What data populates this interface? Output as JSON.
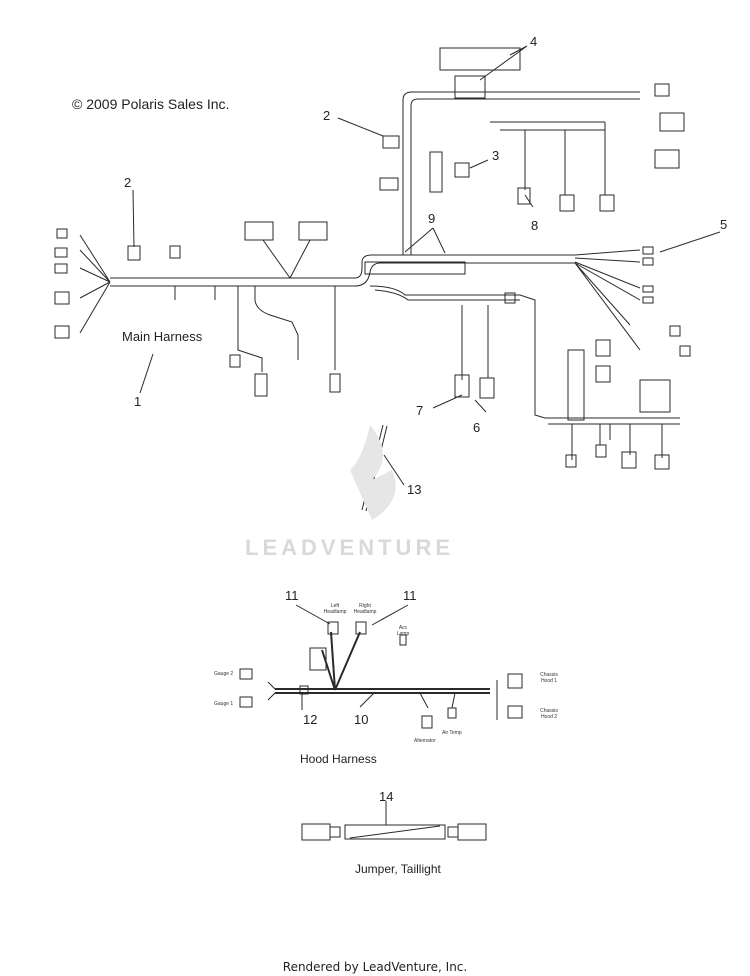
{
  "copyright": "© 2009 Polaris Sales Inc.",
  "watermark": "LEADVENTURE",
  "footer": "Rendered by LeadVenture, Inc.",
  "sections": {
    "main": "Main Harness",
    "hood": "Hood Harness",
    "jumper": "Jumper, Taillight"
  },
  "callouts": {
    "c1": "1",
    "c2a": "2",
    "c2b": "2",
    "c3": "3",
    "c4": "4",
    "c5": "5",
    "c6": "6",
    "c7": "7",
    "c8": "8",
    "c9": "9",
    "c10": "10",
    "c11a": "11",
    "c11b": "11",
    "c12": "12",
    "c13": "13",
    "c14": "14"
  },
  "hood_labels": {
    "gauge2": "Gauge 2",
    "gauge1": "Gauge 1",
    "left_headlamp": "Left Headlamp",
    "right_headlamp": "Right Headlamp",
    "acc_lamp": "Acc Lamp",
    "chassis_hood1": "Chassis Hood 1",
    "chassis_hood2": "Chassis Hood 2",
    "alternator": "Alternator",
    "air_temp": "Air Temp"
  },
  "colors": {
    "line": "#2a2a2a",
    "watermark": "#dcdcdc"
  }
}
